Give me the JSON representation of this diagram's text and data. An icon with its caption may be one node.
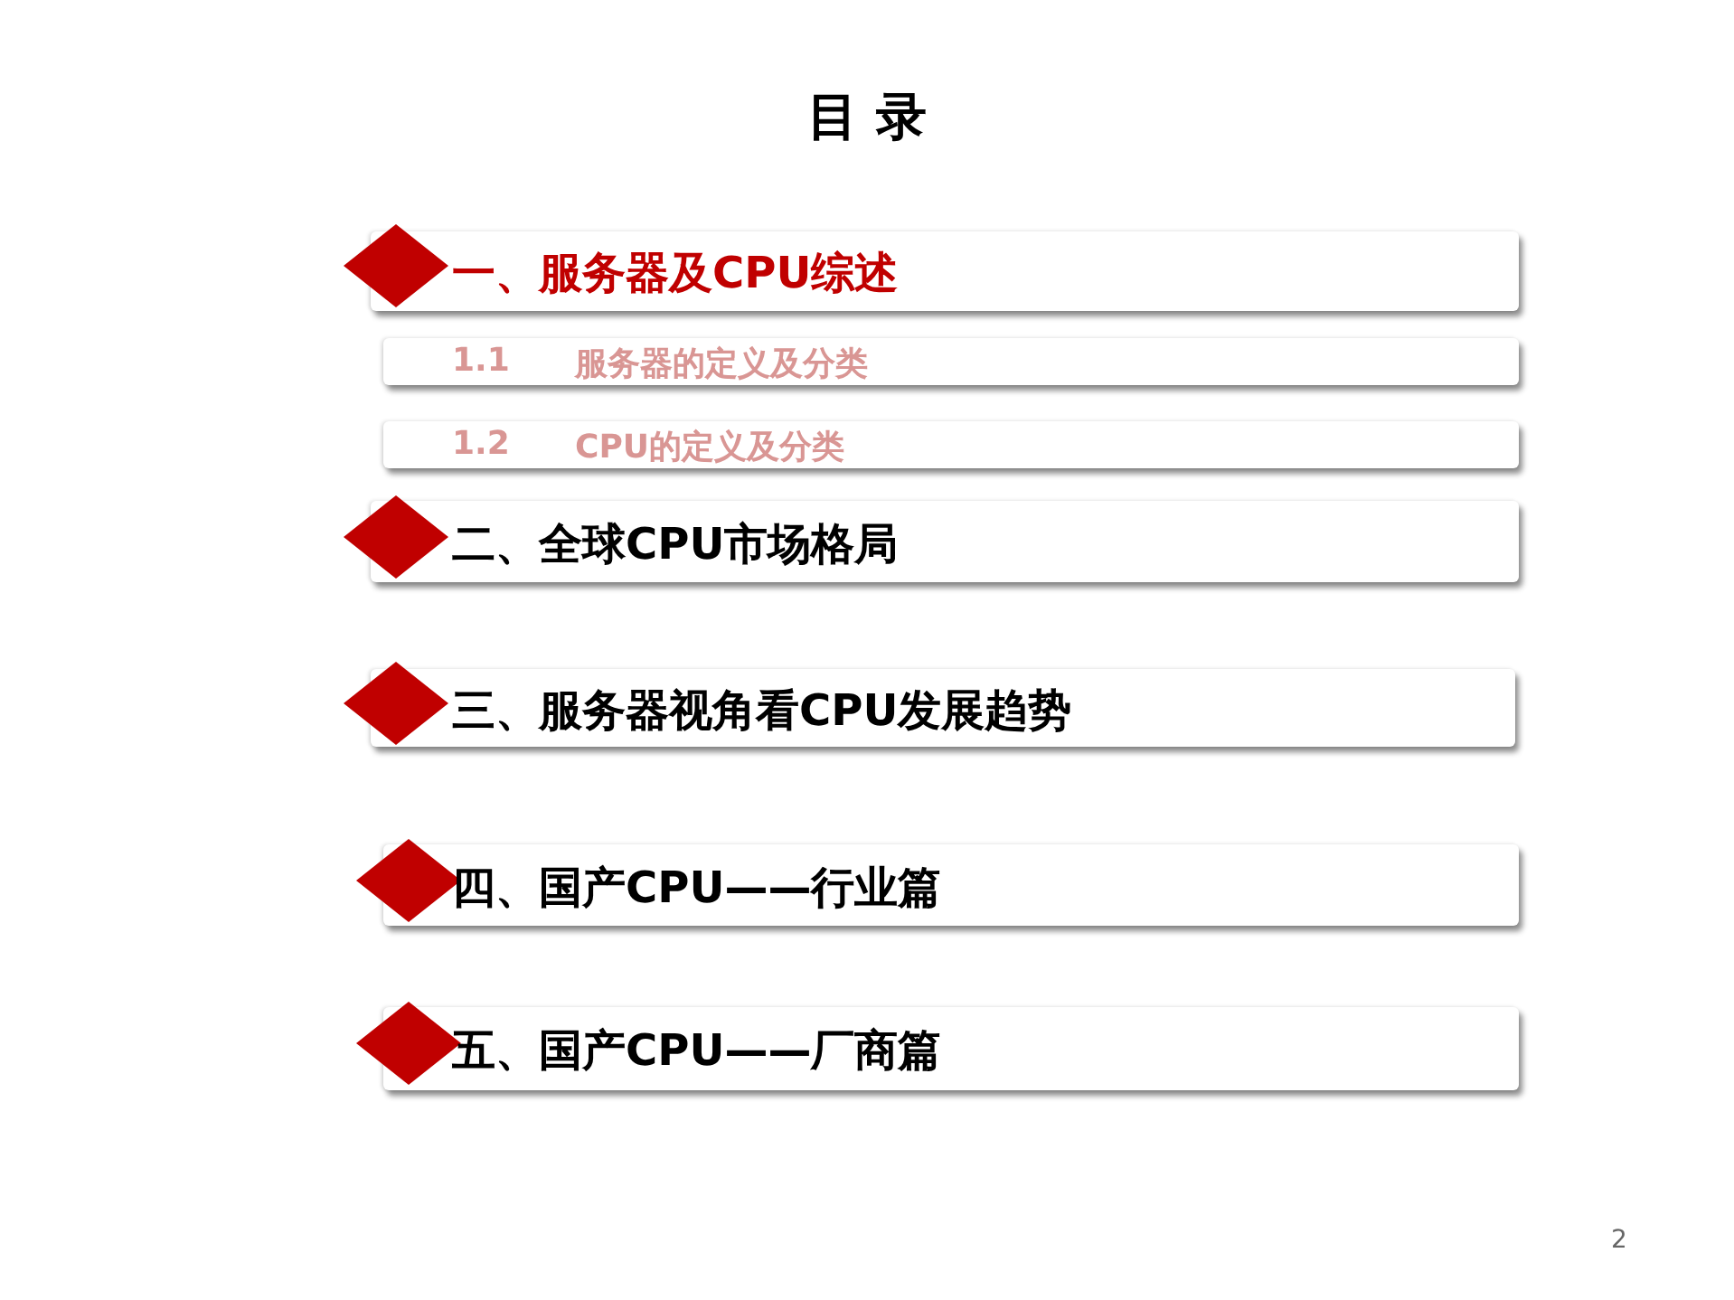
{
  "diagram": {
    "title": "目 录",
    "nodes": [
      {
        "text": [
          "一、服务器及CPU综述"
        ]
      },
      {
        "text": [
          "1.1",
          "服务器的定义及分类"
        ]
      },
      {
        "text": [
          "1.2",
          "CPU的定义及分类"
        ]
      },
      {
        "text": [
          "二、全球CPU市场格局"
        ]
      },
      {
        "text": [
          "三、服务器视角看CPU发展趋势"
        ]
      },
      {
        "text": [
          "四、国产CPU——行业篇"
        ]
      },
      {
        "text": [
          "五、国产CPU——厂商篇"
        ]
      }
    ],
    "labels": [
      "2"
    ]
  }
}
